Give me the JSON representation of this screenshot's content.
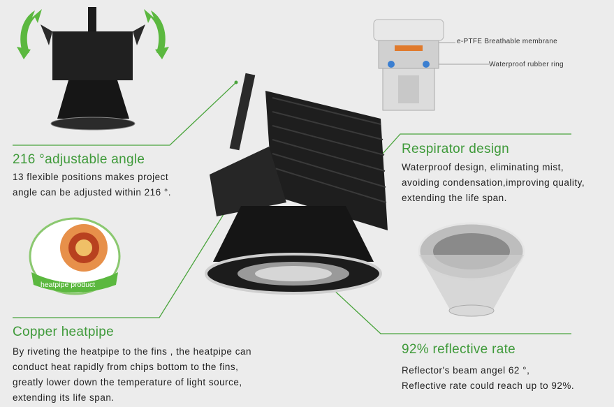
{
  "angle": {
    "title": "216 °adjustable angle",
    "lines": [
      "13 flexible positions makes project",
      " angle can be adjusted within 216 °."
    ]
  },
  "respirator": {
    "title": "Respirator  design",
    "lines": [
      "Waterproof  design, eliminating mist,",
      "avoiding condensation,improving quality,",
      " extending the life span."
    ]
  },
  "membrane": {
    "membrane_label": "e-PTFE Breathable membrane",
    "ring_label": "Waterproof rubber ring"
  },
  "heatpipe": {
    "badge": "heatpipe product",
    "title": "Copper heatpipe",
    "lines": [
      "By riveting the heatpipe to the fins , the heatpipe can",
      "conduct  heat rapidly from chips bottom to the fins,",
      "greatly  lower down the  temperature of light source,",
      "extending its life span."
    ]
  },
  "reflective": {
    "title": "92% reflective rate",
    "lines": [
      "Reflector's beam angel 62 °,",
      "Reflective rate could reach up to 92%."
    ]
  },
  "colors": {
    "accent_green": "#3f9a3a",
    "line_green": "#4aa43c",
    "text": "#222222"
  }
}
